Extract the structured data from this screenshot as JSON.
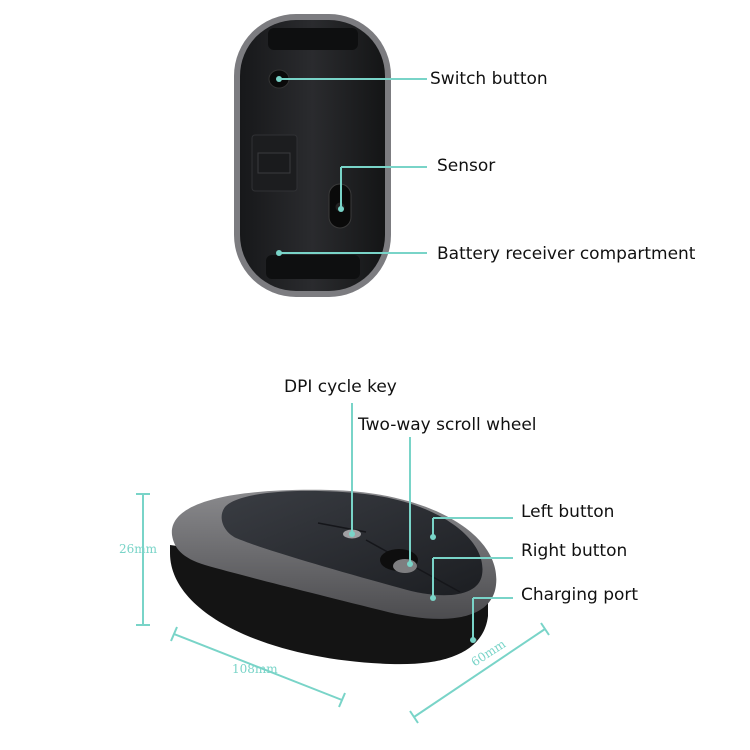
{
  "colors": {
    "leader": "#79d4c8",
    "dimension": "#79d4c8",
    "mouse_body": "#141414",
    "mouse_rim": "#6a6a6c",
    "mouse_top": "#2b2e33"
  },
  "labels": {
    "switch_button": "Switch button",
    "sensor": "Sensor",
    "battery_compartment": "Battery receiver compartment",
    "dpi_key": "DPI cycle key",
    "scroll_wheel": "Two-way scroll wheel",
    "left_button": "Left button",
    "right_button": "Right button",
    "charging_port": "Charging port"
  },
  "dimensions": {
    "height": "26mm",
    "length": "108mm",
    "width": "60mm"
  }
}
